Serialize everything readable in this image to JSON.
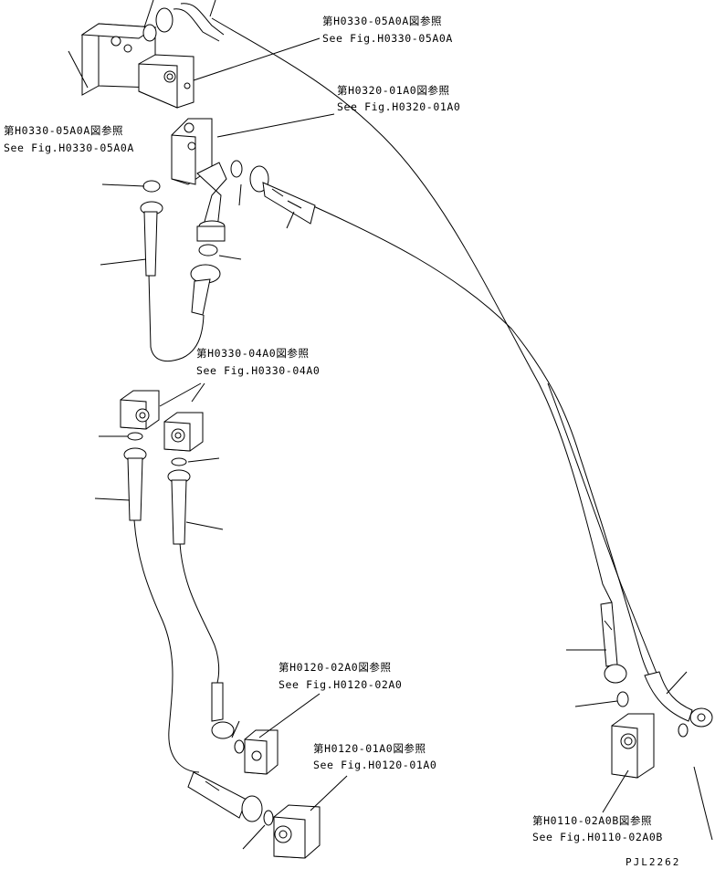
{
  "references": [
    {
      "id": "h0330-05a0a-top",
      "jp": "第H0330-05A0A図参照",
      "en": "See Fig.H0330-05A0A"
    },
    {
      "id": "h0320-01a0",
      "jp": "第H0320-01A0図参照",
      "en": "See Fig.H0320-01A0"
    },
    {
      "id": "h0330-05a0a-left",
      "jp": "第H0330-05A0A図参照",
      "en": "See Fig.H0330-05A0A"
    },
    {
      "id": "h0330-04a0",
      "jp": "第H0330-04A0図参照",
      "en": "See Fig.H0330-04A0"
    },
    {
      "id": "h0120-02a0",
      "jp": "第H0120-02A0図参照",
      "en": "See Fig.H0120-02A0"
    },
    {
      "id": "h0120-01a0",
      "jp": "第H0120-01A0図参照",
      "en": "See Fig.H0120-01A0"
    },
    {
      "id": "h0110-02a0b",
      "jp": "第H0110-02A0B図参照",
      "en": "See Fig.H0110-02A0B"
    }
  ],
  "drawing_code": "PJL2262"
}
